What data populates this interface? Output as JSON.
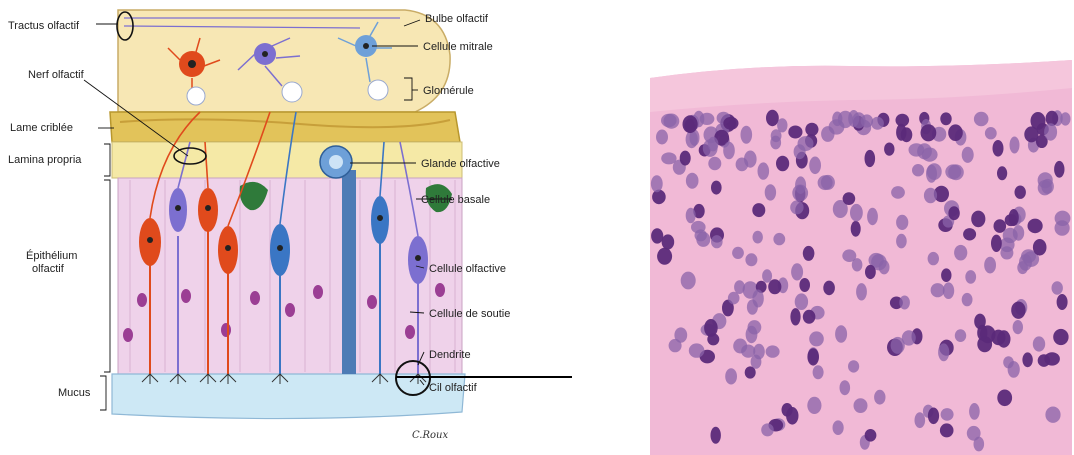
{
  "labels": {
    "tractus": "Tractus olfactif",
    "nerf": "Nerf olfactif",
    "lame": "Lame criblée",
    "lamina": "Lamina propria",
    "epith1": "Épithélium",
    "epith2": "olfactif",
    "mucus": "Mucus",
    "bulbe": "Bulbe olfactif",
    "mitrale": "Cellule mitrale",
    "glomerule": "Glomérule",
    "glande": "Glande olfactive",
    "basale": "Cellule basale",
    "olfactive": "Cellule olfactive",
    "soutien": "Cellule de soutie",
    "dendrite": "Dendrite",
    "cil": "Cil olfactif"
  },
  "signature": "C.Roux",
  "colors": {
    "bulb": "#f7e7b4",
    "lame": "#e2c35a",
    "lamina": "#f5e9a6",
    "epithelium": "#efd2ea",
    "mucus": "#cde8f5",
    "neuron_red": "#e04a1c",
    "neuron_blue": "#3a76c4",
    "neuron_violet": "#7c6fd0",
    "basal_green": "#2f7a3a",
    "nucleus": "#7a2a78",
    "tissue_pink": "#f1b9d6",
    "tissue_nucleus": "#5b2a7a"
  }
}
